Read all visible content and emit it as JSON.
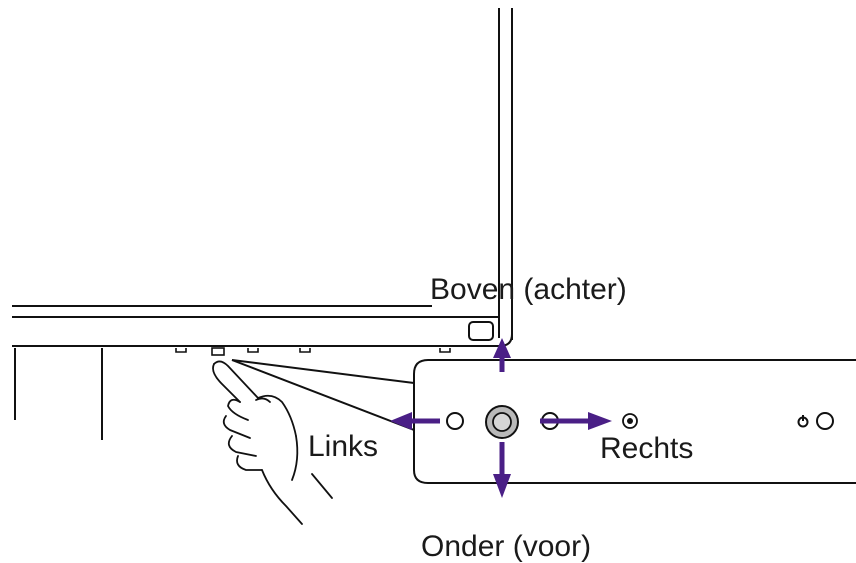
{
  "labels": {
    "top": "Boven (achter)",
    "left": "Links",
    "right": "Rechts",
    "bottom": "Onder (voor)"
  },
  "icons": {
    "power": "power-icon",
    "input_source": "target-icon",
    "joystick": "joystick-icon",
    "finger": "hand-pointer-icon"
  },
  "colors": {
    "arrow": "#4a1f86",
    "line": "#111111",
    "joystick_fill": "#b9b9b9"
  }
}
